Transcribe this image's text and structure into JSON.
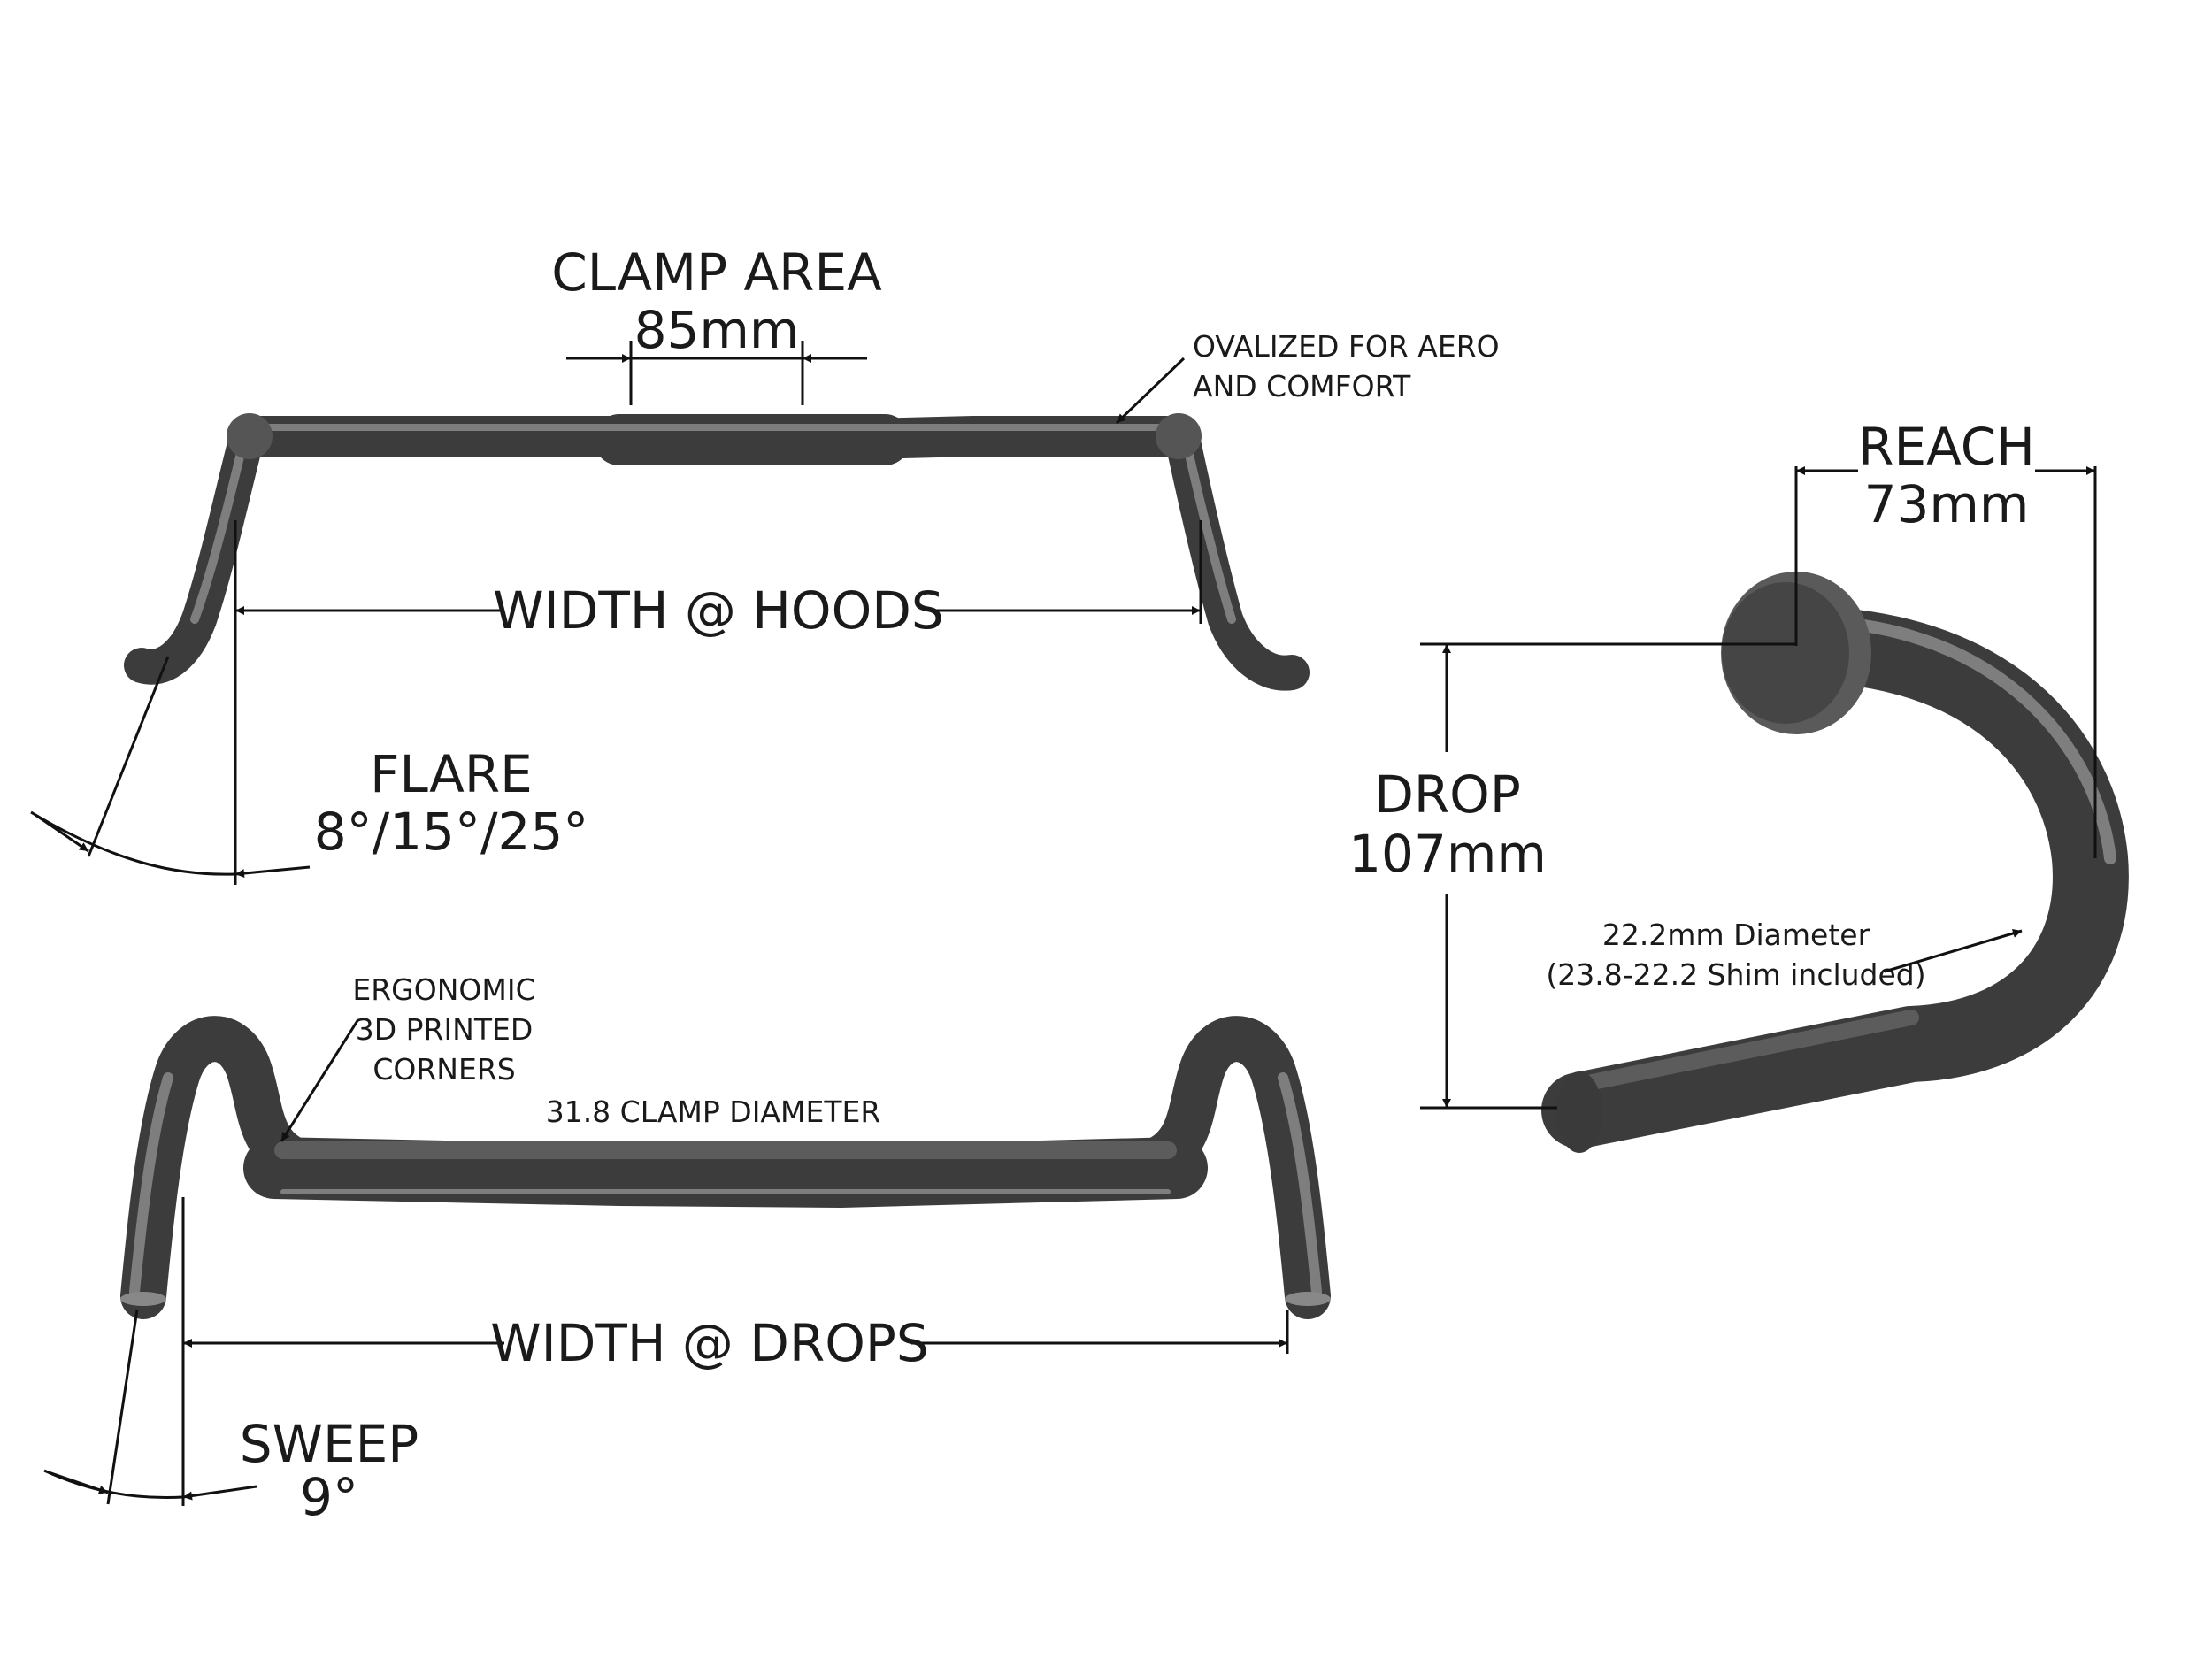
{
  "labels": {
    "clamp_area": "CLAMP AREA",
    "clamp_area_value": "85mm",
    "ovalized_1": "OVALIZED FOR AERO",
    "ovalized_2": "AND COMFORT",
    "width_hoods": "WIDTH @ HOODS",
    "flare": "FLARE",
    "flare_value": "8°/15°/25°",
    "ergonomic_1": "ERGONOMIC",
    "ergonomic_2": "3D PRINTED",
    "ergonomic_3": "CORNERS",
    "clamp_diameter": "31.8 CLAMP DIAMETER",
    "width_drops": "WIDTH @ DROPS",
    "sweep": "SWEEP",
    "sweep_value": "9°",
    "reach": "REACH",
    "reach_value": "73mm",
    "drop": "DROP",
    "drop_value": "107mm",
    "diameter_1": "22.2mm Diameter",
    "diameter_2": "(23.8-22.2 Shim included)"
  },
  "colors": {
    "tube": "#4a4a4a",
    "line": "#111111",
    "text": "#1a1a1a"
  }
}
